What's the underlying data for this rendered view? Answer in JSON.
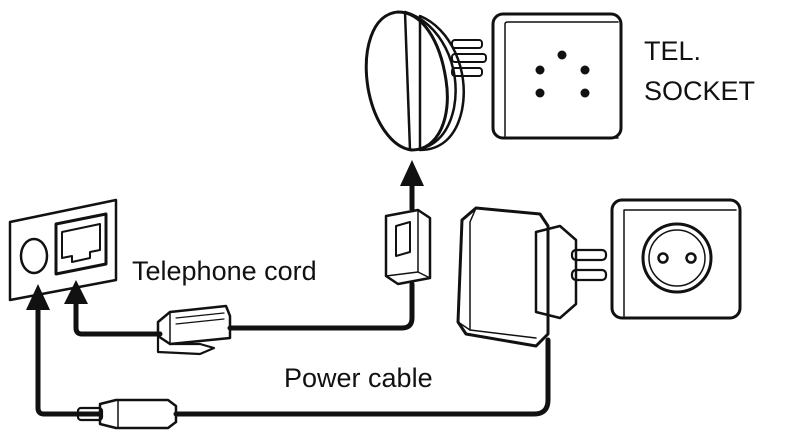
{
  "labels": {
    "tel_socket_line1": "TEL.",
    "tel_socket_line2": "SOCKET",
    "telephone_cord": "Telephone cord",
    "power_cable": "Power cable"
  }
}
